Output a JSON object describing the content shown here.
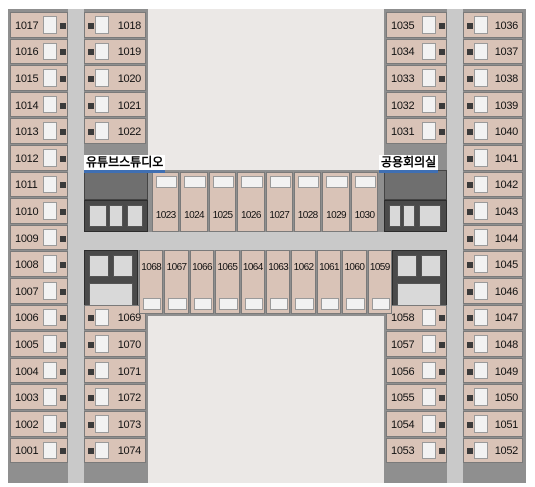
{
  "units": {
    "left_outer": [
      "1017",
      "1016",
      "1015",
      "1014",
      "1013",
      "1012",
      "1011",
      "1010",
      "1009",
      "1008",
      "1007",
      "1006",
      "1005",
      "1004",
      "1003",
      "1002",
      "1001"
    ],
    "left_inner_top": [
      "1018",
      "1019",
      "1020",
      "1021",
      "1022"
    ],
    "left_inner_bottom": [
      "1069",
      "1070",
      "1071",
      "1072",
      "1073",
      "1074"
    ],
    "right_inner_top": [
      "1035",
      "1034",
      "1033",
      "1032",
      "1031"
    ],
    "right_inner_bottom": [
      "1058",
      "1057",
      "1056",
      "1055",
      "1054",
      "1053"
    ],
    "right_outer": [
      "1036",
      "1037",
      "1038",
      "1039",
      "1040",
      "1041",
      "1042",
      "1043",
      "1044",
      "1045",
      "1046",
      "1047",
      "1048",
      "1049",
      "1050",
      "1051",
      "1052"
    ],
    "middle_top": [
      "1023",
      "1024",
      "1025",
      "1026",
      "1027",
      "1028",
      "1029",
      "1030"
    ],
    "middle_bottom": [
      "1068",
      "1067",
      "1066",
      "1065",
      "1064",
      "1063",
      "1062",
      "1061",
      "1060",
      "1059"
    ]
  },
  "shared_rooms": {
    "left": "유튜브스튜디오",
    "right": "공용회의실"
  },
  "colors": {
    "unit_fill": "#d9c3b7",
    "core_fill": "#4a4a4a",
    "corridor": "#c9c9c9",
    "courtyard": "#ebe8e6",
    "label_accent": "#3f6fb3"
  }
}
